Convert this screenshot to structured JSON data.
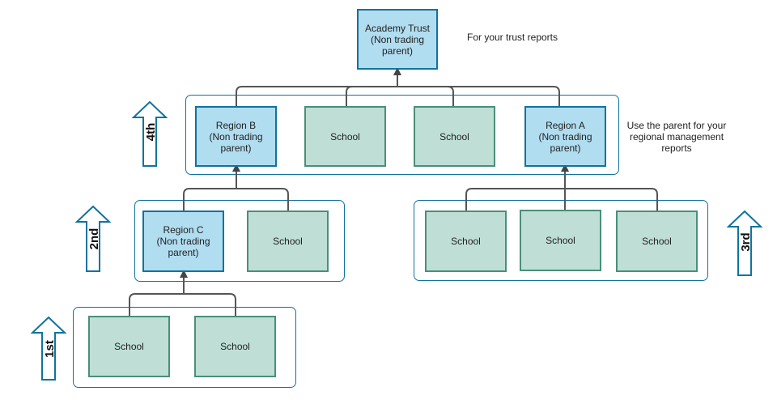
{
  "nodes": {
    "academy_trust": "Academy Trust\n(Non trading\nparent)",
    "region_b": "Region B\n(Non trading\nparent)",
    "school_top_1": "School",
    "school_top_2": "School",
    "region_a": "Region A\n(Non trading\nparent)",
    "region_c": "Region C\n(Non trading\nparent)",
    "school_mid": "School",
    "school_right_1": "School",
    "school_right_2": "School",
    "school_right_3": "School",
    "school_bottom_1": "School",
    "school_bottom_2": "School"
  },
  "notes": {
    "trust_reports": "For your trust reports",
    "regional_reports": "Use the parent for your\nregional management\nreports"
  },
  "steps": {
    "first": "1st",
    "second": "2nd",
    "third": "3rd",
    "fourth": "4th"
  },
  "colors": {
    "parent_fill": "#b1ddf0",
    "parent_border": "#10739e",
    "school_fill": "#bfdfd6",
    "school_border": "#4a8f78",
    "connector": "#555555",
    "group_border": "#10739e"
  }
}
